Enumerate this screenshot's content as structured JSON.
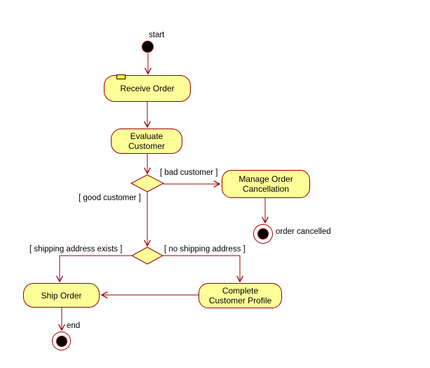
{
  "colors": {
    "edge_and_border": "#990000",
    "activity_fill_dot": "#ffff33",
    "activity_fill_bg": "#ffffff",
    "node_fill": "#000000",
    "text": "#000000"
  },
  "nodes": {
    "start": "start",
    "receive_order": "Receive Order",
    "evaluate_customer": "Evaluate\nCustomer",
    "manage_order_cancellation": "Manage Order\nCancellation",
    "ship_order": "Ship Order",
    "complete_customer_profile": "Complete\nCustomer Profile",
    "order_cancelled": "order cancelled",
    "end": "end"
  },
  "guards": {
    "bad_customer": "[ bad customer ]",
    "good_customer": "[ good customer ]",
    "shipping_address_exists": "[ shipping address exists ]",
    "no_shipping_address": "[ no shipping address ]"
  }
}
